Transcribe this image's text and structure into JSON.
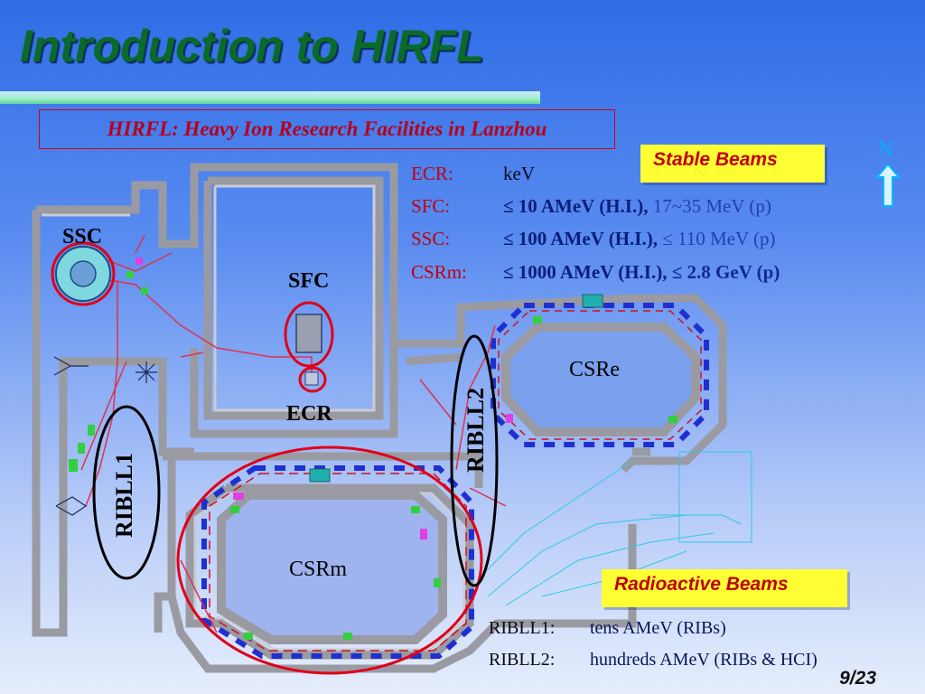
{
  "slide": {
    "title": "Introduction to HIRFL",
    "subtitle": "HIRFL: Heavy Ion Research Facilities in Lanzhou",
    "page_number": "9/23"
  },
  "tags": {
    "stable": "Stable Beams",
    "radioactive": "Radioactive Beams"
  },
  "beam_specs": [
    {
      "name": "ECR:",
      "primary": "keV",
      "secondary": ""
    },
    {
      "name": "SFC:",
      "primary": "≤ 10 AMeV (H.I.),",
      "secondary": "17~35 MeV (p)"
    },
    {
      "name": "SSC:",
      "primary": "≤ 100 AMeV (H.I.),",
      "secondary": "≤ 110 MeV (p)"
    },
    {
      "name": "CSRm:",
      "primary": "≤ 1000 AMeV (H.I.),",
      "secondary": "≤ 2.8 GeV (p)"
    }
  ],
  "ribll": [
    {
      "name": "RIBLL1:",
      "value": "tens AMeV (RIBs)"
    },
    {
      "name": "RIBLL2:",
      "value": "hundreds AMeV (RIBs & HCI)"
    }
  ],
  "map_labels": {
    "ssc": "SSC",
    "sfc": "SFC",
    "ecr": "ECR",
    "csre": "CSRe",
    "csrm": "CSRm",
    "ribll1": "RIBLL1",
    "ribll2": "RIBLL2",
    "north": "N"
  },
  "colors": {
    "title_green": "#0a6a2a",
    "spec_red": "#c0000e",
    "spec_blue": "#0a1e7a",
    "tag_yellow": "#ffff33",
    "highlight_red": "#e00018",
    "north_arrow": "#00d0ff"
  },
  "icons": {
    "north": "north-arrow-icon"
  }
}
